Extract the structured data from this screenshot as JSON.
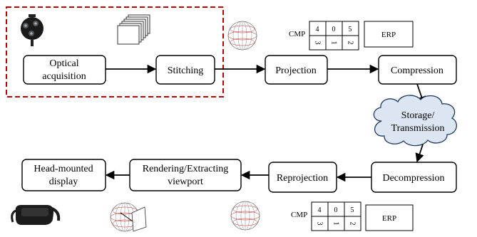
{
  "nodes": {
    "optical": {
      "line1": "Optical",
      "line2": "acquisition"
    },
    "stitching": "Stitching",
    "projection": "Projection",
    "compression": "Compression",
    "storage": {
      "line1": "Storage/",
      "line2": "Transmission"
    },
    "decompression": "Decompression",
    "reprojection": "Reprojection",
    "rendering": {
      "line1": "Rendering/Extracting",
      "line2": "viewport"
    },
    "hmd": {
      "line1": "Head-mounted",
      "line2": "display"
    }
  },
  "cmp_top": {
    "label": "CMP",
    "top_row": [
      "4",
      "0",
      "5"
    ],
    "bottom_row": [
      "3",
      "1",
      "2"
    ],
    "erp_label": "ERP"
  },
  "cmp_bottom": {
    "label": "CMP",
    "top_row": [
      "4",
      "0",
      "5"
    ],
    "bottom_row": [
      "3",
      "1",
      "2"
    ],
    "erp_label": "ERP"
  },
  "colors": {
    "dashed_frame": "#c00000",
    "cloud_fill": "#dce6f2",
    "cloud_stroke": "#1f3864",
    "edge": "#000000"
  },
  "icons": {
    "camera": "360-camera-icon",
    "frames": "stacked-frames-icon",
    "sphere": "sphere-icon",
    "hmd": "vr-headset-icon"
  }
}
